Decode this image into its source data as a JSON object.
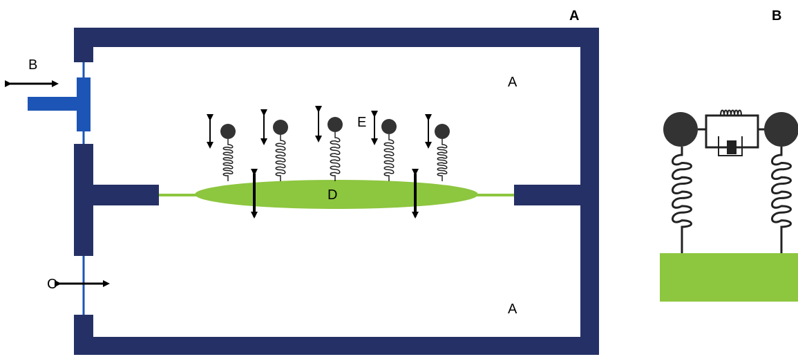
{
  "panels": {
    "left": "A",
    "right": "B"
  },
  "labels": {
    "A_top": "A",
    "A_bottom": "A",
    "B": "B",
    "C": "C",
    "D": "D",
    "E": "E"
  },
  "colors": {
    "frame": "#253166",
    "coupler": "#1d55b6",
    "membrane": "#8dc63f",
    "ball": "#333333",
    "spring": "#222222",
    "arrow": "#000000"
  },
  "icons": [
    "bidirectional-arrow-icon",
    "spring-icon",
    "mass-ball-icon",
    "dashpot-icon"
  ]
}
